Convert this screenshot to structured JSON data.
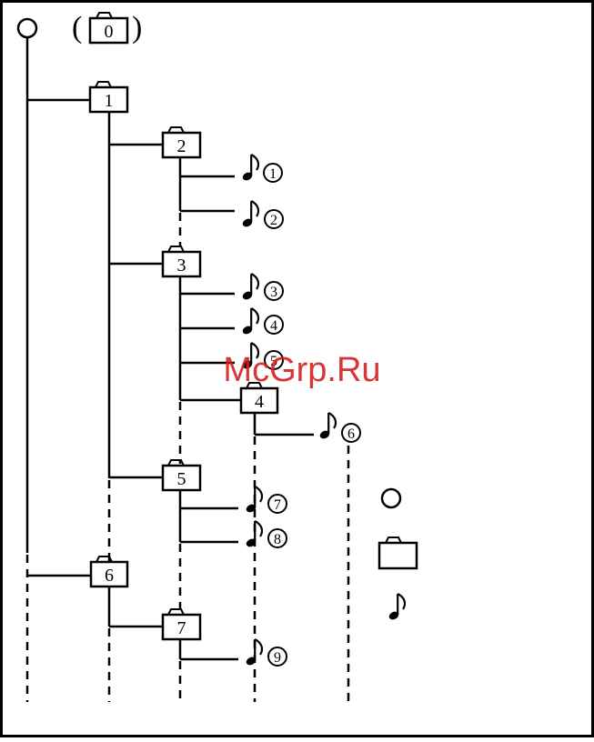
{
  "root": {
    "label": "0",
    "open_paren": "(",
    "close_paren": ")"
  },
  "folders": [
    {
      "id": "1",
      "label": "1"
    },
    {
      "id": "2",
      "label": "2"
    },
    {
      "id": "3",
      "label": "3"
    },
    {
      "id": "4",
      "label": "4"
    },
    {
      "id": "5",
      "label": "5"
    },
    {
      "id": "6",
      "label": "6"
    },
    {
      "id": "7",
      "label": "7"
    }
  ],
  "tracks": [
    {
      "label": "1"
    },
    {
      "label": "2"
    },
    {
      "label": "3"
    },
    {
      "label": "4"
    },
    {
      "label": "5"
    },
    {
      "label": "6"
    },
    {
      "label": "7"
    },
    {
      "label": "8"
    },
    {
      "label": "9"
    }
  ],
  "legend": {
    "items": [
      {
        "kind": "root-circle"
      },
      {
        "kind": "folder"
      },
      {
        "kind": "music-note"
      }
    ]
  },
  "watermark": {
    "text": "McGrp.Ru",
    "color": "#d42020"
  },
  "colors": {
    "line": "#000000",
    "background": "#ffffff"
  }
}
